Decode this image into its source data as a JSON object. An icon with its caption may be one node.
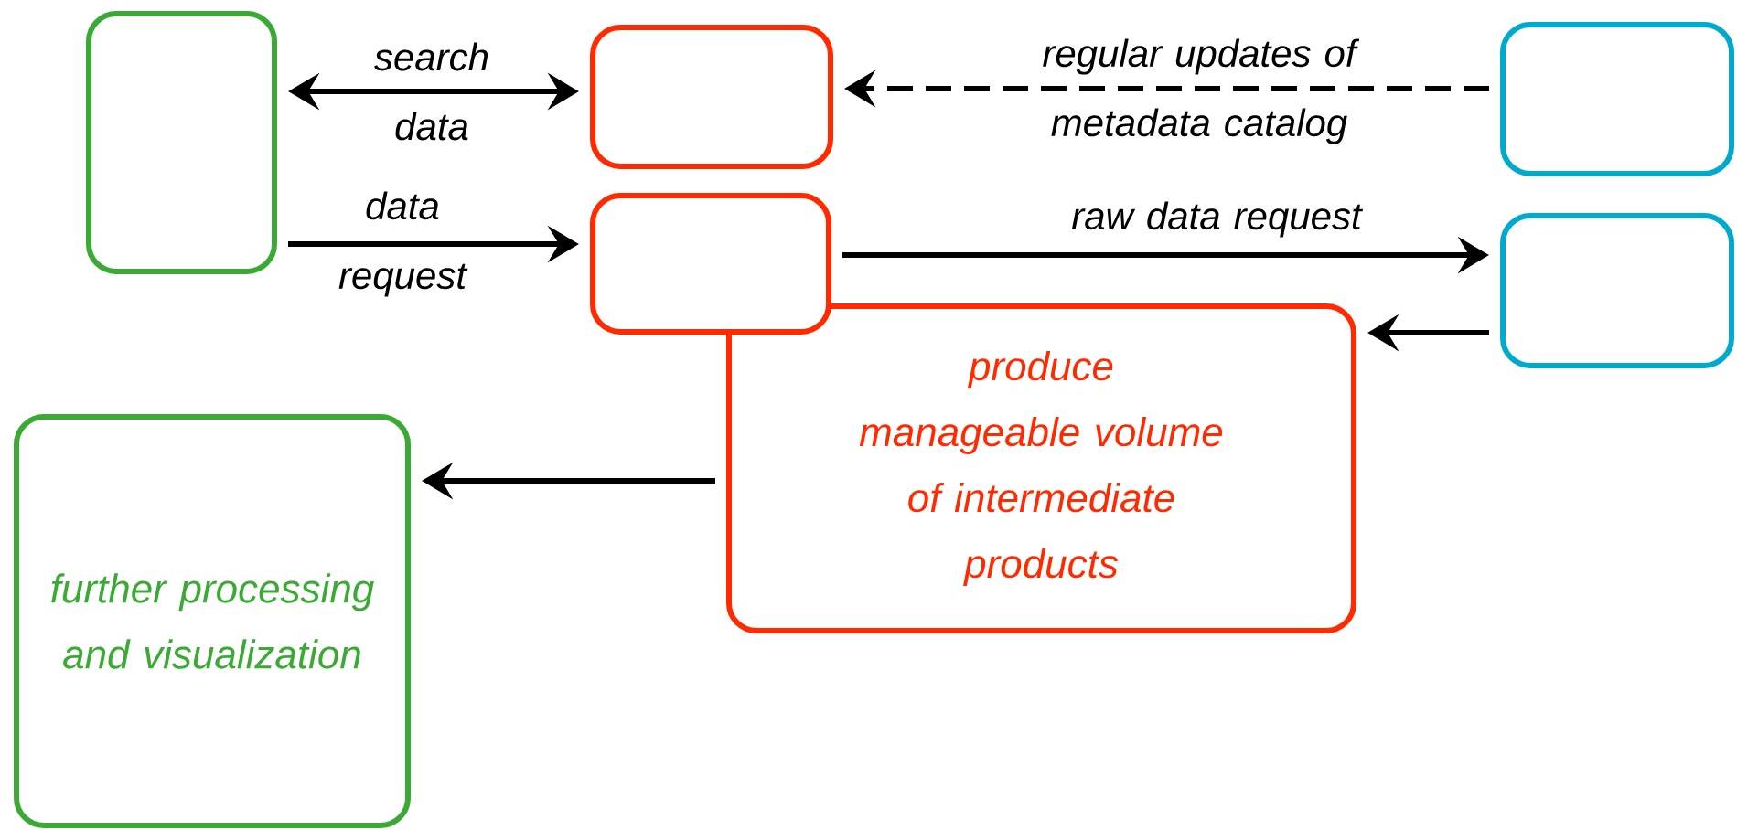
{
  "diagram": {
    "nodes": [
      {
        "text": [],
        "shape": "box"
      },
      {
        "text": [],
        "shape": "box"
      },
      {
        "text": [],
        "shape": "box"
      },
      {
        "text": [],
        "shape": "box"
      },
      {
        "text": [],
        "shape": "box"
      },
      {
        "text": [
          "produce manageable volume of intermediate products"
        ]
      },
      {
        "text": [
          "further processing and visualization"
        ]
      }
    ],
    "edges": [
      {
        "from": 0,
        "to": 1,
        "arrow": "both",
        "label": "search data"
      },
      {
        "from": 2,
        "to": 1,
        "arrow": "to",
        "label": "regular updates of metadata catalog",
        "style": "dashed"
      },
      {
        "from": 0,
        "to": 3,
        "arrow": "to",
        "label": "data request"
      },
      {
        "from": 3,
        "to": 4,
        "arrow": "to",
        "label": "raw data request"
      },
      {
        "from": 4,
        "to": 5,
        "arrow": "to"
      },
      {
        "from": 5,
        "to": 6,
        "arrow": "to"
      }
    ]
  }
}
